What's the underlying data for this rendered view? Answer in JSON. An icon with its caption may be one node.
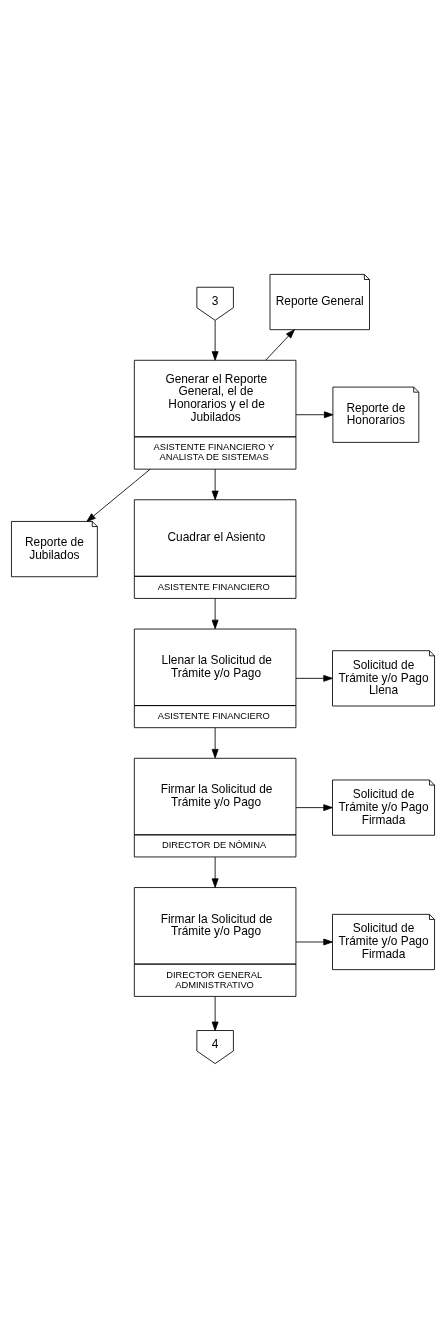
{
  "diagram": {
    "nodes": [
      {
        "text": [
          "3"
        ]
      },
      {
        "text": [
          "Generar el Reporte General, el de Honorarios y el de Jubilados",
          "ASISTENTE FINANCIERO Y ANALISTA DE SISTEMAS"
        ]
      },
      {
        "text": [
          "Reporte General"
        ]
      },
      {
        "text": [
          "Reporte de Honorarios"
        ]
      },
      {
        "text": [
          "Reporte de Jubilados"
        ]
      },
      {
        "text": [
          "Cuadrar el Asiento",
          "ASISTENTE FINANCIERO"
        ]
      },
      {
        "text": [
          "Llenar la Solicitud de Trámite y/o Pago",
          "ASISTENTE FINANCIERO"
        ]
      },
      {
        "text": [
          "Solicitud de Trámite y/o Pago Llena"
        ]
      },
      {
        "text": [
          "Firmar la Solicitud de Trámite y/o Pago",
          "DIRECTOR DE NÓMINA"
        ]
      },
      {
        "text": [
          "Solicitud de Trámite y/o Pago Firmada"
        ]
      },
      {
        "text": [
          "Firmar la Solicitud de Trámite y/o Pago",
          "DIRECTOR GENERAL ADMINISTRATIVO"
        ]
      },
      {
        "text": [
          "Solicitud de Trámite y/o Pago Firmada"
        ]
      },
      {
        "text": [
          "4"
        ]
      }
    ],
    "edges": [
      {
        "from": 0,
        "to": 1,
        "arrow": "to"
      },
      {
        "from": 1,
        "to": 2,
        "arrow": "to"
      },
      {
        "from": 1,
        "to": 3,
        "arrow": "to"
      },
      {
        "from": 1,
        "to": 4,
        "arrow": "to"
      },
      {
        "from": 1,
        "to": 5,
        "arrow": "to"
      },
      {
        "from": 5,
        "to": 6,
        "arrow": "to"
      },
      {
        "from": 6,
        "to": 7,
        "arrow": "to"
      },
      {
        "from": 6,
        "to": 8,
        "arrow": "to"
      },
      {
        "from": 8,
        "to": 9,
        "arrow": "to"
      },
      {
        "from": 8,
        "to": 10,
        "arrow": "to"
      },
      {
        "from": 10,
        "to": 11,
        "arrow": "to"
      },
      {
        "from": 10,
        "to": 12,
        "arrow": "to"
      }
    ]
  }
}
